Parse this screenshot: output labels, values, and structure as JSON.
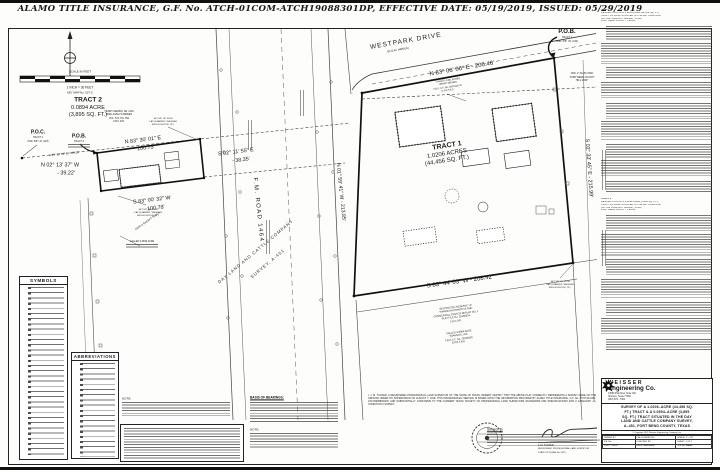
{
  "title": "ALAMO TITLE INSURANCE, G.F. No. ATCH-01COM-ATCH19088301DP, EFFECTIVE DATE: 05/19/2019, ISSUED: 05/29/2019",
  "scalebar": {
    "top": "SCALE IN FEET",
    "bottom1": "1 INCH = 30 FEET",
    "bottom2": "KEY MAP No. 527-C"
  },
  "streets": {
    "westpark": "WESTPARK DRIVE",
    "westpark_sub": "(R.O.W. VARIES)",
    "fm_road": "F.M. ROAD 1464"
  },
  "survey_line1": "DAY LAND AND CATTLE COMPANY",
  "survey_line2": "SURVEY, A-451",
  "tract1": {
    "name": "TRACT 1",
    "acres": "1.0206 ACRES",
    "sqft": "(44,456 SQ. FT.)",
    "bearing_north": "N 83° 06' 06\" E - 206.46'",
    "bearing_east": "S 02° 33' 45\" E - 215.99'",
    "bearing_south": "S 83° 44' 03\" W - 208.42'",
    "bearing_west": "N 01° 59' 41\" W - 213.85'",
    "pob": "P.O.B.",
    "pob_sub1": "TRACT 1",
    "pob_sub2": "FND. 5/8\" I.R. (CM)",
    "mon1": "FND. 2\" ALUM. DISK",
    "mon2": "\"FORT BEND COUNTY",
    "mon3": "HD-2 2009\""
  },
  "tract2": {
    "name": "TRACT 2",
    "acres": "0.0894 ACRE",
    "sqft": "(3,895 SQ. FT.)",
    "bearing_north1": "N 83° 30' 01\" E",
    "bearing_north2": "100.73'",
    "bearing_west1": "N 02° 13' 37\" W",
    "bearing_west2": "- 39.22'",
    "bearing_south1": "S 83° 00' 32\" W",
    "bearing_south2": "100.78'",
    "bearing_east1": "S 02° 11' 55\" E",
    "bearing_east2": "- 38.35'",
    "tie_line": "N 83° 30' 01\" E - 359.29'",
    "poc": "P.O.C.",
    "poc_sub1": "TRACT 2",
    "poc_sub2": "FND. 5/8\" I.R. (CM)",
    "pob": "P.O.B.",
    "pob_sub1": "TRACT 2"
  },
  "owners": {
    "mewes1": "HENRY MEWES, SR. AND",
    "mewes2": "WIFE, EVELYN MEWES",
    "mewes3": "VOL. 573, PG. 591",
    "mewes4": "F.B.C.D.R.",
    "called1": "CALLED 4.281 ACRES",
    "called2": "HENRY MEWES",
    "called3": "F.B.C.C.F. No. 2003123747",
    "called4": "O.P.R.F.B.C.",
    "res1": "RESTRICTED RESERVE \"A\"",
    "res2": "WIANNO AUTOMOTIVE AND",
    "res3": "COMMERCIAL CENTER REPLAT NO. 1",
    "res4": "PLAT FILE No. 20190034",
    "res5": "F.B.C.P.R.",
    "wia1": "CALLED 5.8064 ACRE",
    "wia2": "WIANNO'S, INC.",
    "wia3": "F.B.C.C.F. No. 20150039",
    "wia4": "O.P.R.F.B.C.",
    "save_except": "SAVE & EXCEPT TRACT",
    "called038": "CALLED 0.3830 ACRE",
    "setir1": "SET 5/8\" I.R. WITH",
    "setir2": "CAP (STAMPED \"WEISSER",
    "setir3": "ENG HOUSTON, TX\")"
  },
  "legend": {
    "symbols_title": "SYMBOLS",
    "abbr_title": "ABBREVIATIONS"
  },
  "notes": {
    "note1": "NOTE:",
    "basis": "BASIS OF BEARINGS:",
    "note2": "NOTE:",
    "subject": "Subject To",
    "cert": "I, J. M. TUCKER, A REGISTERED PROFESSIONAL LAND SURVEYOR OF THE STATE OF TEXAS, HEREBY CERTIFY THAT THE ABOVE PLAT CORRECTLY REPRESENTS A SURVEY MADE ON THE GROUND UNDER MY SUPERVISION ON AUGUST 7, 2018.  THIS PROFESSIONAL SERVICE IS BASED UPON THE INFORMATION PROVIDED BY ALAMO TITLE INSURANCE, G.F. No. ATCH-01COM-ATCH19088301DP, AND SUBSTANTIALLY CONFORMS TO THE CURRENT TEXAS SOCIETY OF PROFESSIONAL LAND SURVEYORS STANDARDS AND SPECIFICATIONS FOR A CATEGORY 1A, CONDITION II SURVEY.",
    "surveyor_name": "J. M. TUCKER",
    "surveyor_title": "REGISTERED PROFESSIONAL LAND SURVEYOR",
    "surveyor_no": "STATE OF TEXAS No. 5325"
  },
  "rightcol": {
    "t1h1": "TRACT 1",
    "t1h2": "DESCRIPTION OF A 1.0206-ACRE (44,456 SQ. FT.)",
    "t1h3": "TRACT OF LAND SITUATED IN THE DAY LAND AND",
    "t1h4": "CATTLE COMPANY SURVEY, A-451,",
    "t1h5": "FORT BEND COUNTY, TEXAS",
    "t2h1": "TRACT 2",
    "t2h2": "DESCRIPTION OF A 0.0894-ACRE (3,895 SQ. FT.)",
    "t2h3": "TRACT OF LAND SITUATED IN THE DAY LAND AND",
    "t2h4": "CATTLE COMPANY SURVEY, A-451,",
    "t2h5": "FORT BEND COUNTY, TEXAS"
  },
  "titleblock": {
    "co1": "WEISSER",
    "co2": "Engineering Co.",
    "addr1": "14550 Park Row, Suite 100",
    "addr2": "Houston, Texas 77084",
    "addr3": "(281) 579 - 7300",
    "title_lines": {
      "0": "SURVEY OF A 1.0206–ACRE (44,456 SQ.",
      "1": "FT.) TRACT & A 0.0894–ACRE (3,895",
      "2": "SQ. FT.) TRACT SITUATED IN THE DAY",
      "3": "LAND AND CATTLE COMPANY SURVEY,",
      "4": "A–451, FORT BEND COUNTY, TEXAS"
    },
    "copyright": "© Copyright 2019 Weisser Engineering Company, Inc.",
    "table": {
      "r1c1": "DRAWN BY:",
      "r1c2": "CALCULATED BY:",
      "r1c3": "SCALE: 1\" = 30'",
      "r2c1": "F.B. No.:",
      "r2c2": "CHECKED BY:",
      "r2c3": "SHEET: 1 OF 1",
      "r3c1": "FIELD CREW:",
      "r3c2": "DATE:",
      "r3date": "06/07/2019",
      "r3c3": "JOB No.",
      "r3job": "24003"
    }
  }
}
